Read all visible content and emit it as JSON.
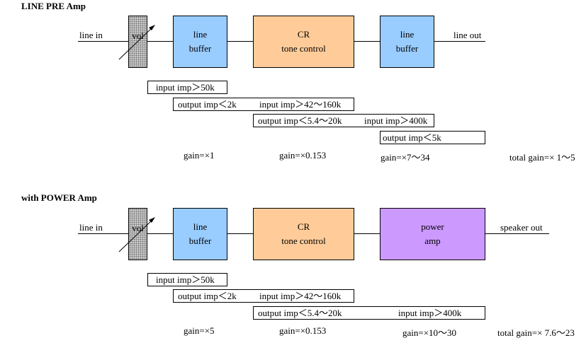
{
  "sections": [
    {
      "title": "LINE PRE Amp",
      "input_label": "line in",
      "vol_label": "vol",
      "blocks": [
        {
          "lines": [
            "line",
            "buffer"
          ],
          "color": "#99ccff"
        },
        {
          "lines": [
            "CR",
            "tone control"
          ],
          "color": "#ffcc99"
        },
        {
          "lines": [
            "line",
            "buffer"
          ],
          "color": "#99ccff"
        }
      ],
      "output_label": "line out",
      "impedances": {
        "row1": [
          "input imp＞50k"
        ],
        "row2": [
          "output imp＜2k",
          "input imp＞42～160k"
        ],
        "row3": [
          "output imp＜5.4～20k",
          "input imp＞400k"
        ],
        "row4": [
          "output imp＜5k"
        ]
      },
      "gains": [
        "gain=×1",
        "gain=×0.153",
        "gain=×7～34"
      ],
      "total_gain": "total gain=× 1～5"
    },
    {
      "title": "with POWER Amp",
      "input_label": "line in",
      "vol_label": "vol",
      "blocks": [
        {
          "lines": [
            "line",
            "buffer"
          ],
          "color": "#99ccff"
        },
        {
          "lines": [
            "CR",
            "tone control"
          ],
          "color": "#ffcc99"
        },
        {
          "lines": [
            "power",
            "amp"
          ],
          "color": "#cc99ff"
        }
      ],
      "output_label": "speaker out",
      "impedances": {
        "row1": [
          "input imp＞50k"
        ],
        "row2": [
          "output imp＜2k",
          "input imp＞42～160k"
        ],
        "row3": [
          "output imp＜5.4～20k",
          "input imp＞400k"
        ]
      },
      "gains": [
        "gain=×5",
        "gain=×0.153",
        "gain=×10～30"
      ],
      "total_gain": "total gain=× 7.6～23"
    }
  ]
}
